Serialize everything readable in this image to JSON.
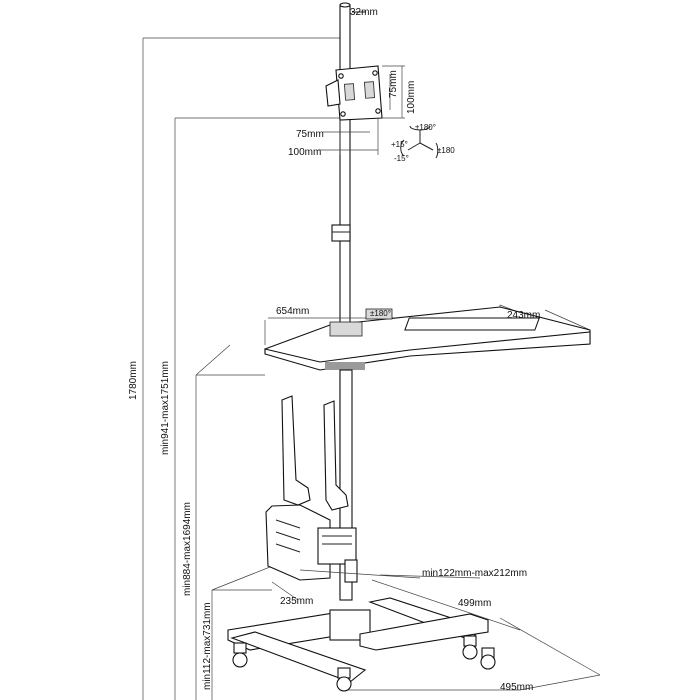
{
  "dimensions": {
    "pole_diameter": "32mm",
    "vesa_h_75": "75mm",
    "vesa_h_100": "100mm",
    "vesa_v_75": "75mm",
    "vesa_v_100": "100mm",
    "rotate_180_top": "±180°",
    "tilt_plus": "+15°",
    "tilt_minus": "-15°",
    "rotate_180_side": "±180",
    "tray_width": "654mm",
    "tray_rotate": "±180°",
    "tray_depth": "243mm",
    "total_height": "1780mm",
    "tray_height_range": "min941-max1751mm",
    "cpu_height_range": "min884-max1694mm",
    "cpu_holder_range": "min122mm-max212mm",
    "cpu_width": "235mm",
    "base_depth": "499mm",
    "base_width": "495mm",
    "base_height_range": "min112-max731mm"
  }
}
